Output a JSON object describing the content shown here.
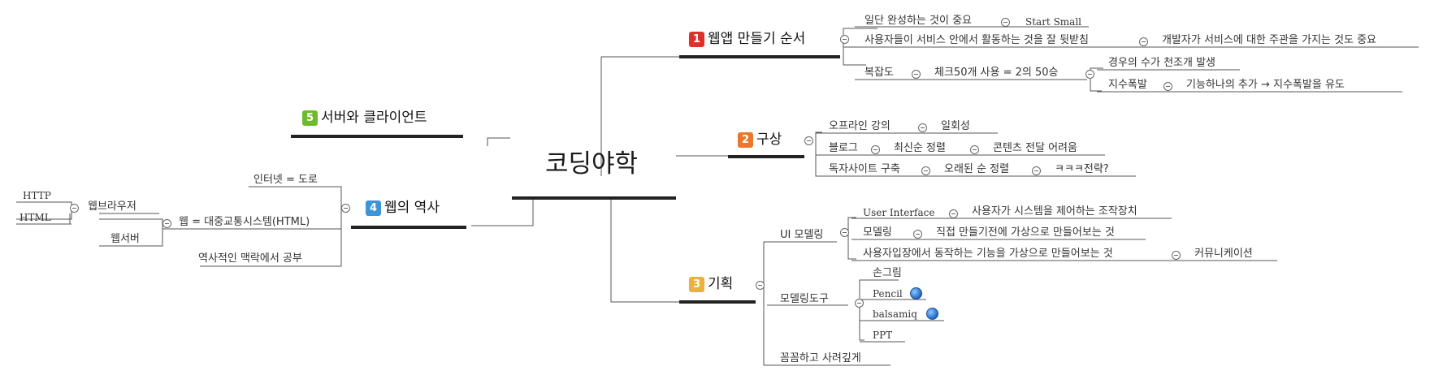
{
  "central": "코딩야학",
  "topics": {
    "t1": {
      "num": "1",
      "label": "웹앱 만들기 순서"
    },
    "t2": {
      "num": "2",
      "label": "구상"
    },
    "t3": {
      "num": "3",
      "label": "기획"
    },
    "t4": {
      "num": "4",
      "label": "웹의 역사"
    },
    "t5": {
      "num": "5",
      "label": "서버와 클라이언트"
    }
  },
  "t1": {
    "a": "일단 완성하는 것이 중요",
    "a1": "Start Small",
    "b": "사용자들이 서비스 안에서 활동하는 것을 잘 뒷받침",
    "b1": "개발자가 서비스에 대한 주관을 가지는 것도 중요",
    "c": "복잡도",
    "c1": "체크50개 사용 = 2의 50승",
    "c1a": "경우의 수가 천조개 발생",
    "c1b": "지수폭발",
    "c1b1": "기능하나의 추가 → 지수폭발을 유도"
  },
  "t2": {
    "a": "오프라인 강의",
    "a1": "일회성",
    "b": "블로그",
    "b1": "최신순 정렬",
    "b2": "콘텐츠 전달 어려움",
    "c": "독자사이트 구축",
    "c1": "오래된 순 정렬",
    "c2": "ㅋㅋㅋ전략?"
  },
  "t3": {
    "ui": "UI 모델링",
    "ui1": "User Interface",
    "ui1a": "사용자가 시스템을 제어하는 조작장치",
    "ui2": "모델링",
    "ui2a": "직접 만들기전에 가상으로 만들어보는 것",
    "ui3": "사용자입장에서 동작하는 기능을 가상으로 만들어보는 것",
    "ui3a": "커뮤니케이션",
    "tools": "모델링도구",
    "tool1": "손그림",
    "tool2": "Pencil",
    "tool3": "balsamiq",
    "tool4": "PPT",
    "careful": "꼼꼼하고 사려깊게"
  },
  "t4": {
    "a": "인터넷 = 도로",
    "b": "웹 = 대중교통시스템(HTML)",
    "b1": "웹브라우저",
    "b1a": "HTTP",
    "b1b": "HTML",
    "b2": "웹서버",
    "c": "역사적인 맥락에서 공부"
  },
  "icons": {
    "collapse": "collapse-circle-icon",
    "link": "globe-link-icon"
  },
  "colors": {
    "line": "#444444",
    "main_underline": "#222222"
  }
}
